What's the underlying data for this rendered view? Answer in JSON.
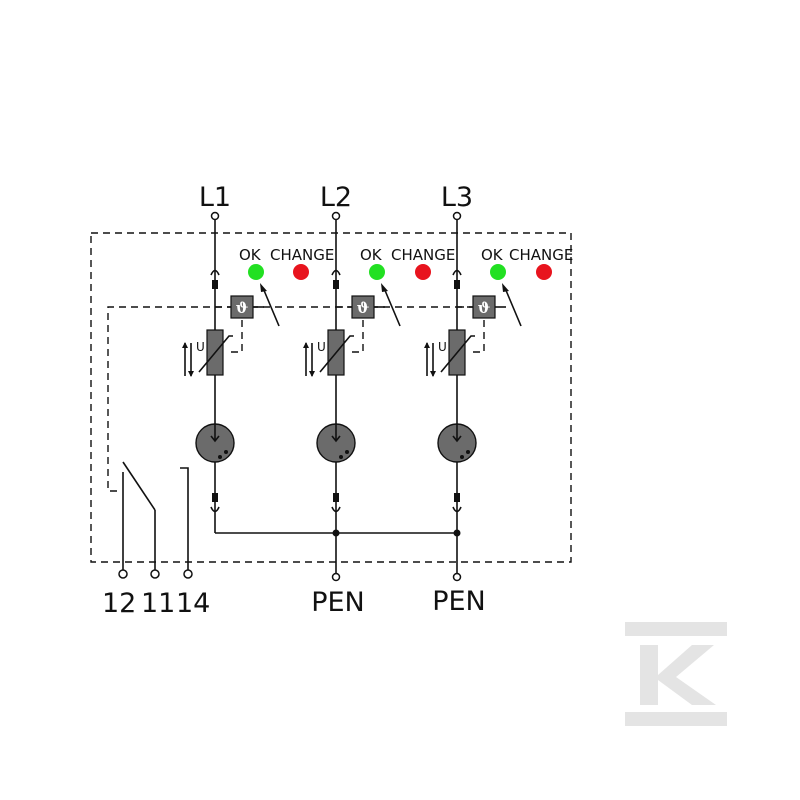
{
  "diagram": {
    "phases": [
      {
        "terminal": "L1",
        "ok_label": "OK",
        "change_label": "CHANGE",
        "output": ""
      },
      {
        "terminal": "L2",
        "ok_label": "OK",
        "change_label": "CHANGE",
        "output": "PEN"
      },
      {
        "terminal": "L3",
        "ok_label": "OK",
        "change_label": "CHANGE",
        "output": "PEN"
      }
    ],
    "thermal_symbol": "ϑ",
    "varistor_symbol": "U",
    "contact_terminals": [
      "12",
      "11",
      "14"
    ],
    "colors": {
      "ok_led": "#22e022",
      "change_led": "#e8141e",
      "component_fill": "#6b6b6b",
      "line": "#111111",
      "watermark": "#e4e4e4"
    },
    "watermark_icon": "k-logo"
  }
}
